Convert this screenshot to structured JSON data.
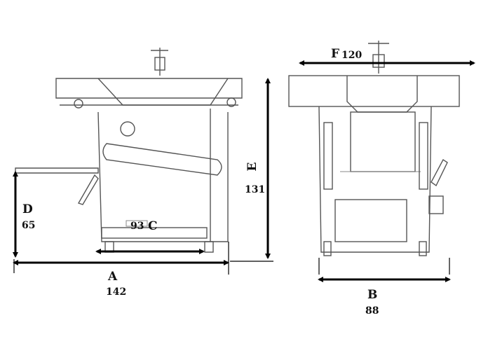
{
  "title": "Machine dimension drawing",
  "dimensions": {
    "A": {
      "letter": "A",
      "value": "142"
    },
    "B": {
      "letter": "B",
      "value": "88"
    },
    "C": {
      "letter": "C",
      "value": "93"
    },
    "D": {
      "letter": "D",
      "value": "65"
    },
    "E": {
      "letter": "E",
      "value": "131"
    },
    "F": {
      "letter": "F",
      "value": "120"
    }
  }
}
